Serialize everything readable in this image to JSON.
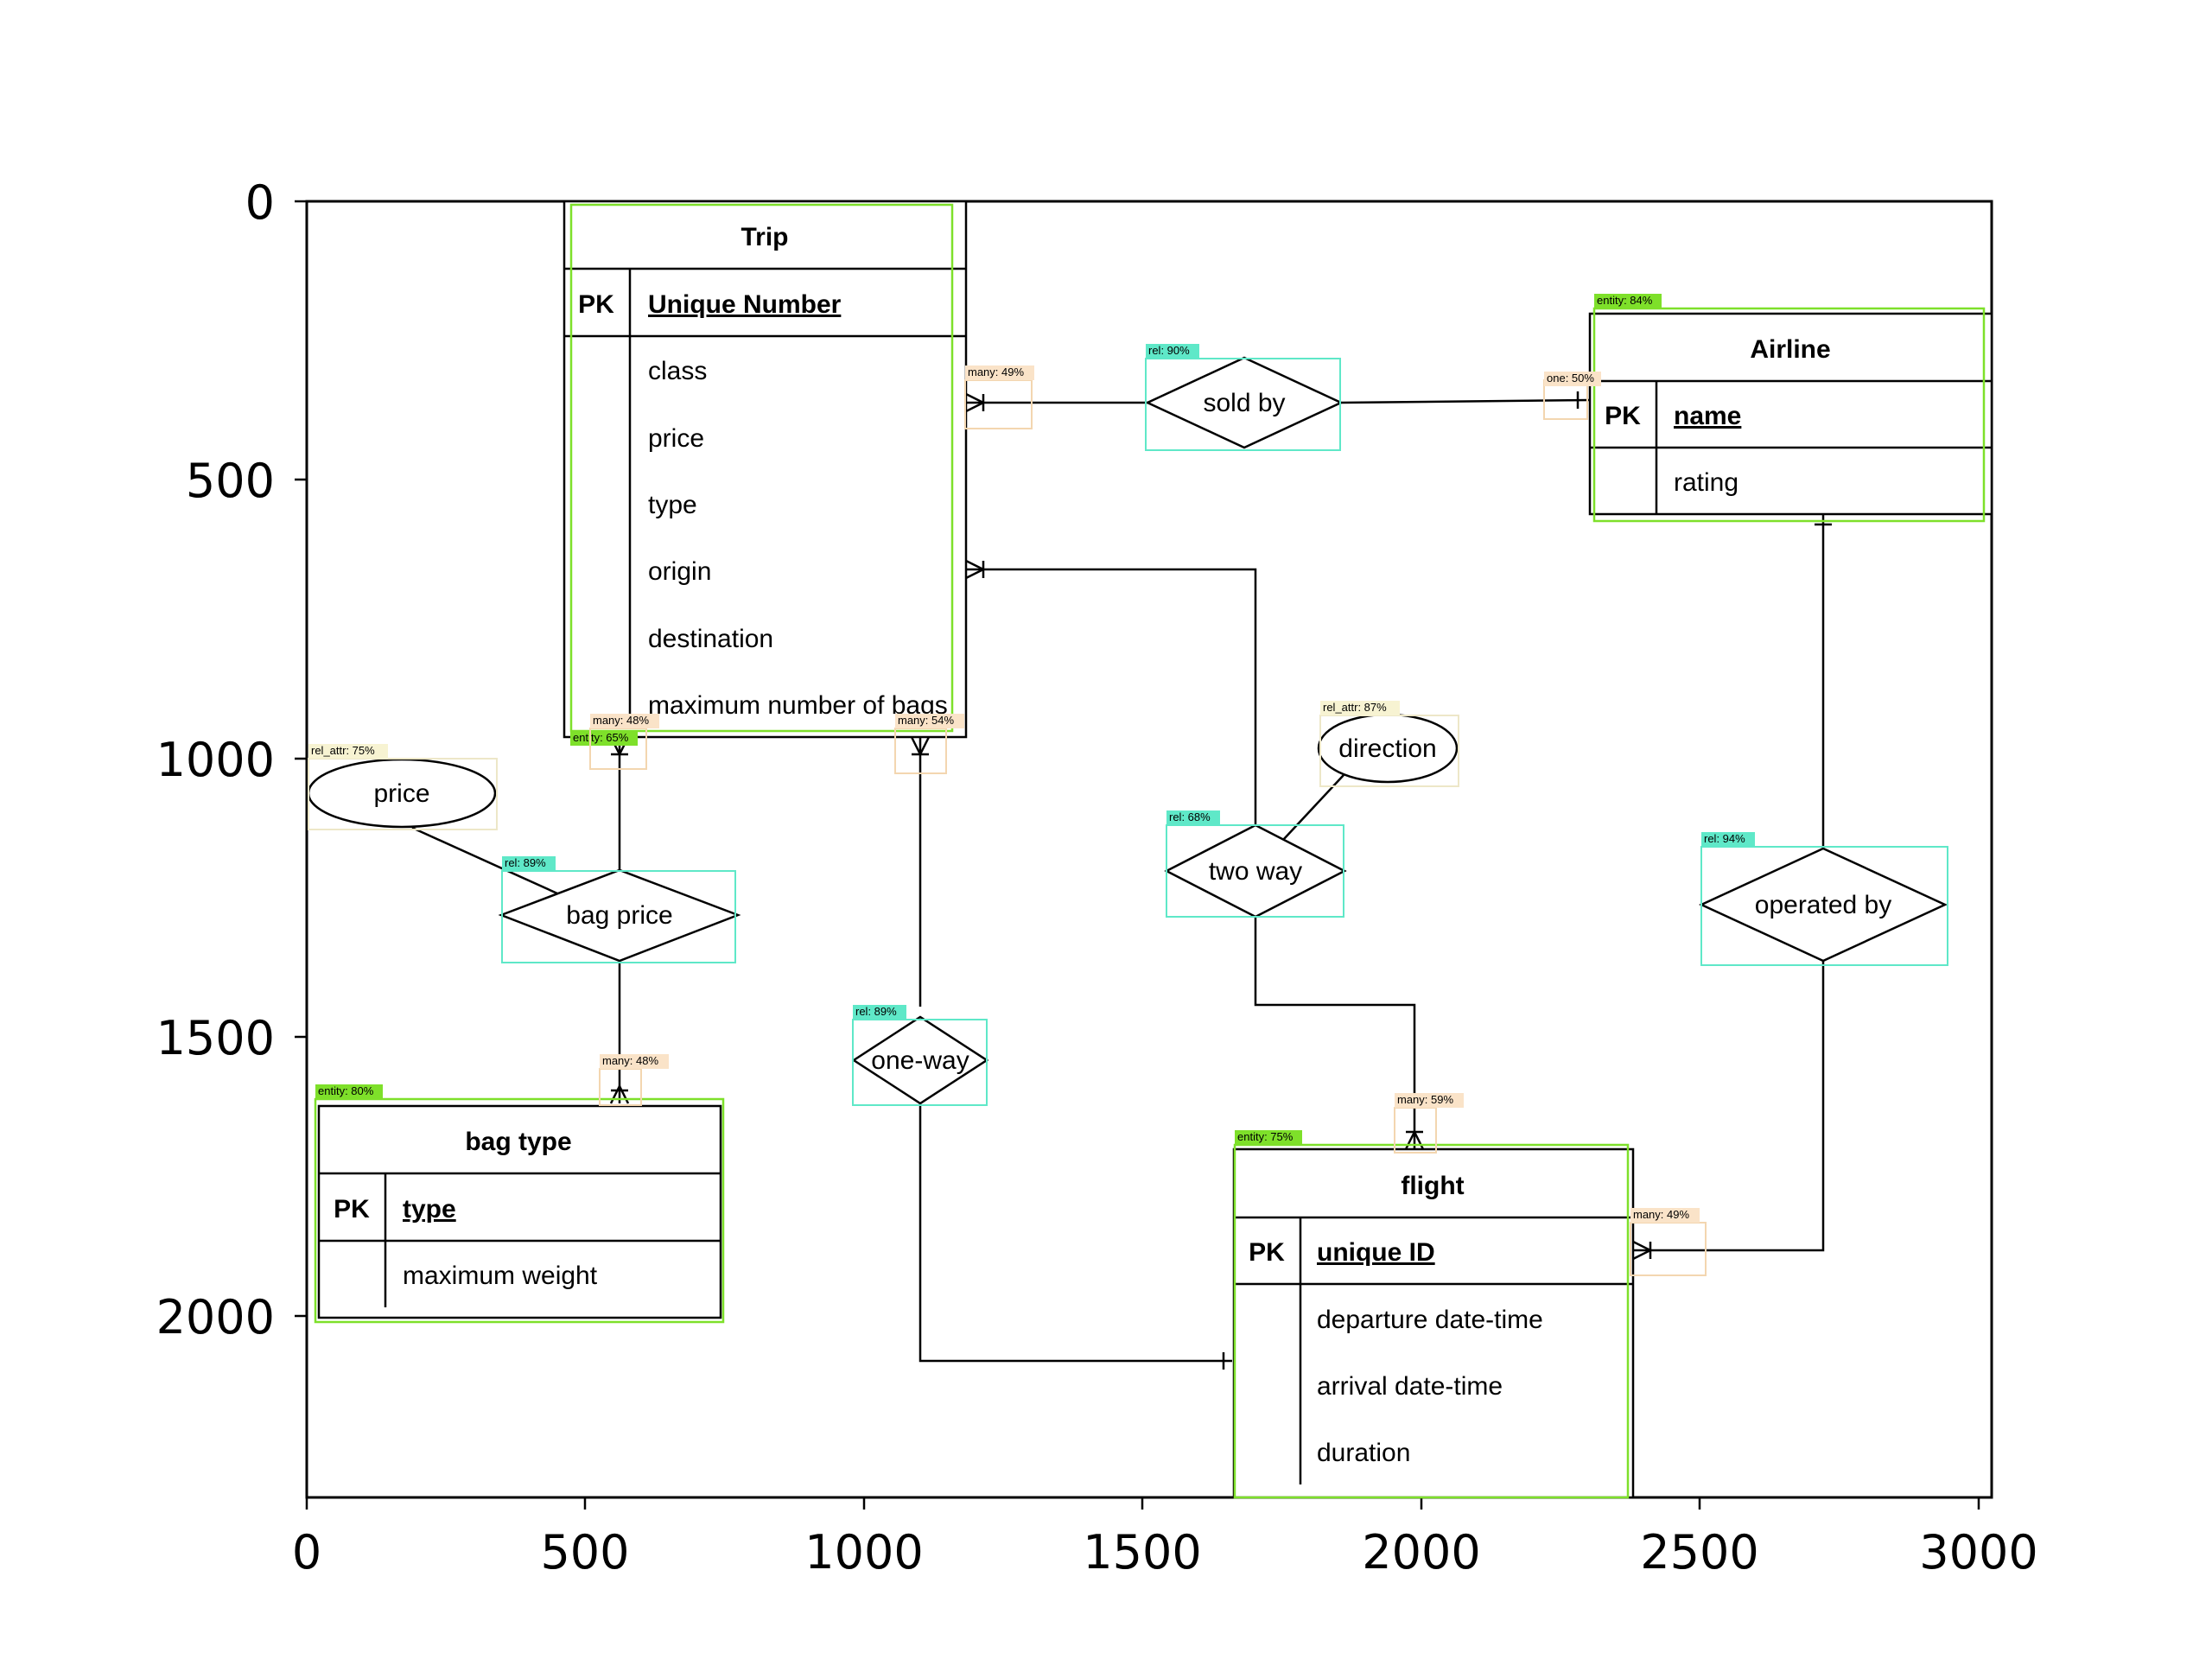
{
  "axes": {
    "x_ticks": [
      "0",
      "500",
      "1000",
      "1500",
      "2000",
      "2500",
      "3000"
    ],
    "y_ticks": [
      "0",
      "500",
      "1000",
      "1500",
      "2000"
    ]
  },
  "entities": {
    "trip": {
      "title": "Trip",
      "pk_label": "PK",
      "key": "Unique Number",
      "attrs": [
        "class",
        "price",
        "type",
        "origin",
        "destination",
        "maximum number of bags"
      ]
    },
    "airline": {
      "title": "Airline",
      "pk_label": "PK",
      "key": "name",
      "attrs": [
        "rating"
      ]
    },
    "bag_type": {
      "title": "bag type",
      "pk_label": "PK",
      "key": "type",
      "attrs": [
        "maximum weight"
      ]
    },
    "flight": {
      "title": "flight",
      "pk_label": "PK",
      "key": "unique ID",
      "attrs": [
        "departure date-time",
        "arrival date-time",
        "duration"
      ]
    }
  },
  "relationships": {
    "sold_by": "sold by",
    "two_way": "two way",
    "operated_by": "operated by",
    "bag_price": "bag price",
    "one_way": "one-way"
  },
  "attributes": {
    "price": "price",
    "direction": "direction"
  },
  "detections": {
    "trip_entity": "entity: 65%",
    "airline_entity": "entity: 84%",
    "bag_type_entity": "entity: 80%",
    "flight_entity": "entity: 75%",
    "sold_by_rel": "rel: 90%",
    "two_way_rel": "rel: 68%",
    "operated_by_rel": "rel: 94%",
    "bag_price_rel": "rel: 89%",
    "one_way_rel": "rel: 89%",
    "price_attr": "rel_attr: 75%",
    "direction_attr": "rel_attr: 87%",
    "card_trip_soldby": "many: 49%",
    "card_airline_soldby": "one: 50%",
    "card_trip_bagprice": "many: 48%",
    "card_trip_oneway": "many: 54%",
    "card_bagtype": "many: 48%",
    "card_flight_twoway": "many: 59%",
    "card_flight_operated": "many: 49%"
  }
}
